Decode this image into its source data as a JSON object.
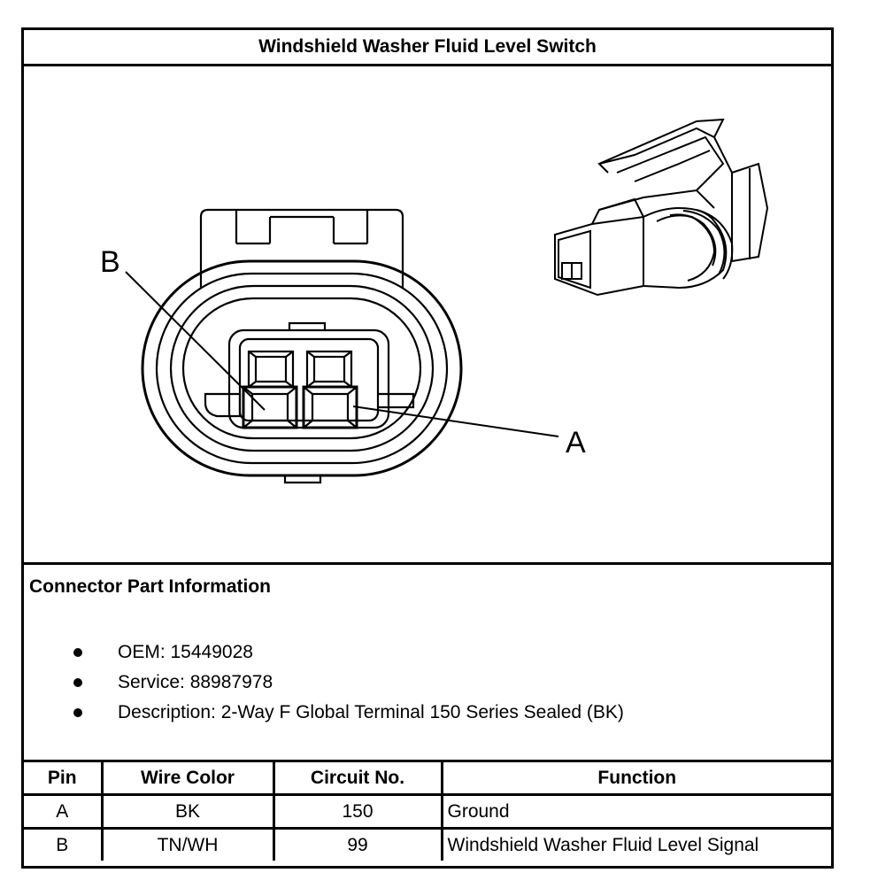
{
  "title": "Windshield Washer Fluid Level Switch",
  "figure": {
    "label_b": "B",
    "label_a": "A"
  },
  "info": {
    "heading": "Connector Part Information",
    "bullets": [
      "OEM: 15449028",
      "Service: 88987978",
      "Description: 2-Way F Global Terminal 150 Series Sealed (BK)"
    ]
  },
  "table": {
    "headers": [
      "Pin",
      "Wire Color",
      "Circuit No.",
      "Function"
    ],
    "rows": [
      [
        "A",
        "BK",
        "150",
        "Ground"
      ],
      [
        "B",
        "TN/WH",
        "99",
        "Windshield Washer Fluid Level Signal"
      ]
    ]
  }
}
